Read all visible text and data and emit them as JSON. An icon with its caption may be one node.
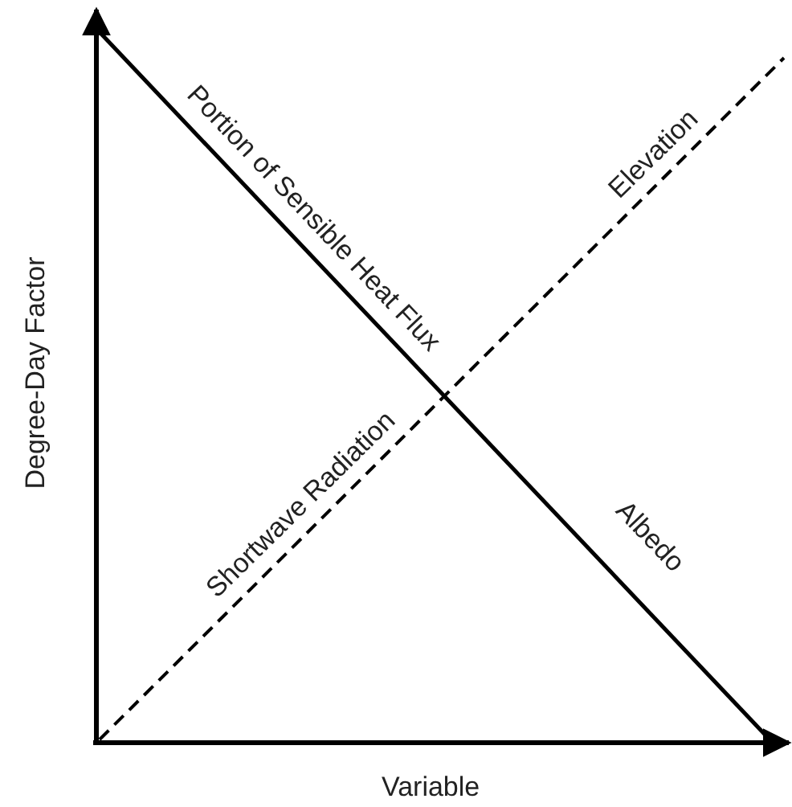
{
  "diagram": {
    "labels": [
      "Portion of Sensible Heat Flux",
      "Elevation",
      "Shortwave Radiation",
      "Albedo",
      "Degree-Day Factor",
      "Variable"
    ]
  }
}
